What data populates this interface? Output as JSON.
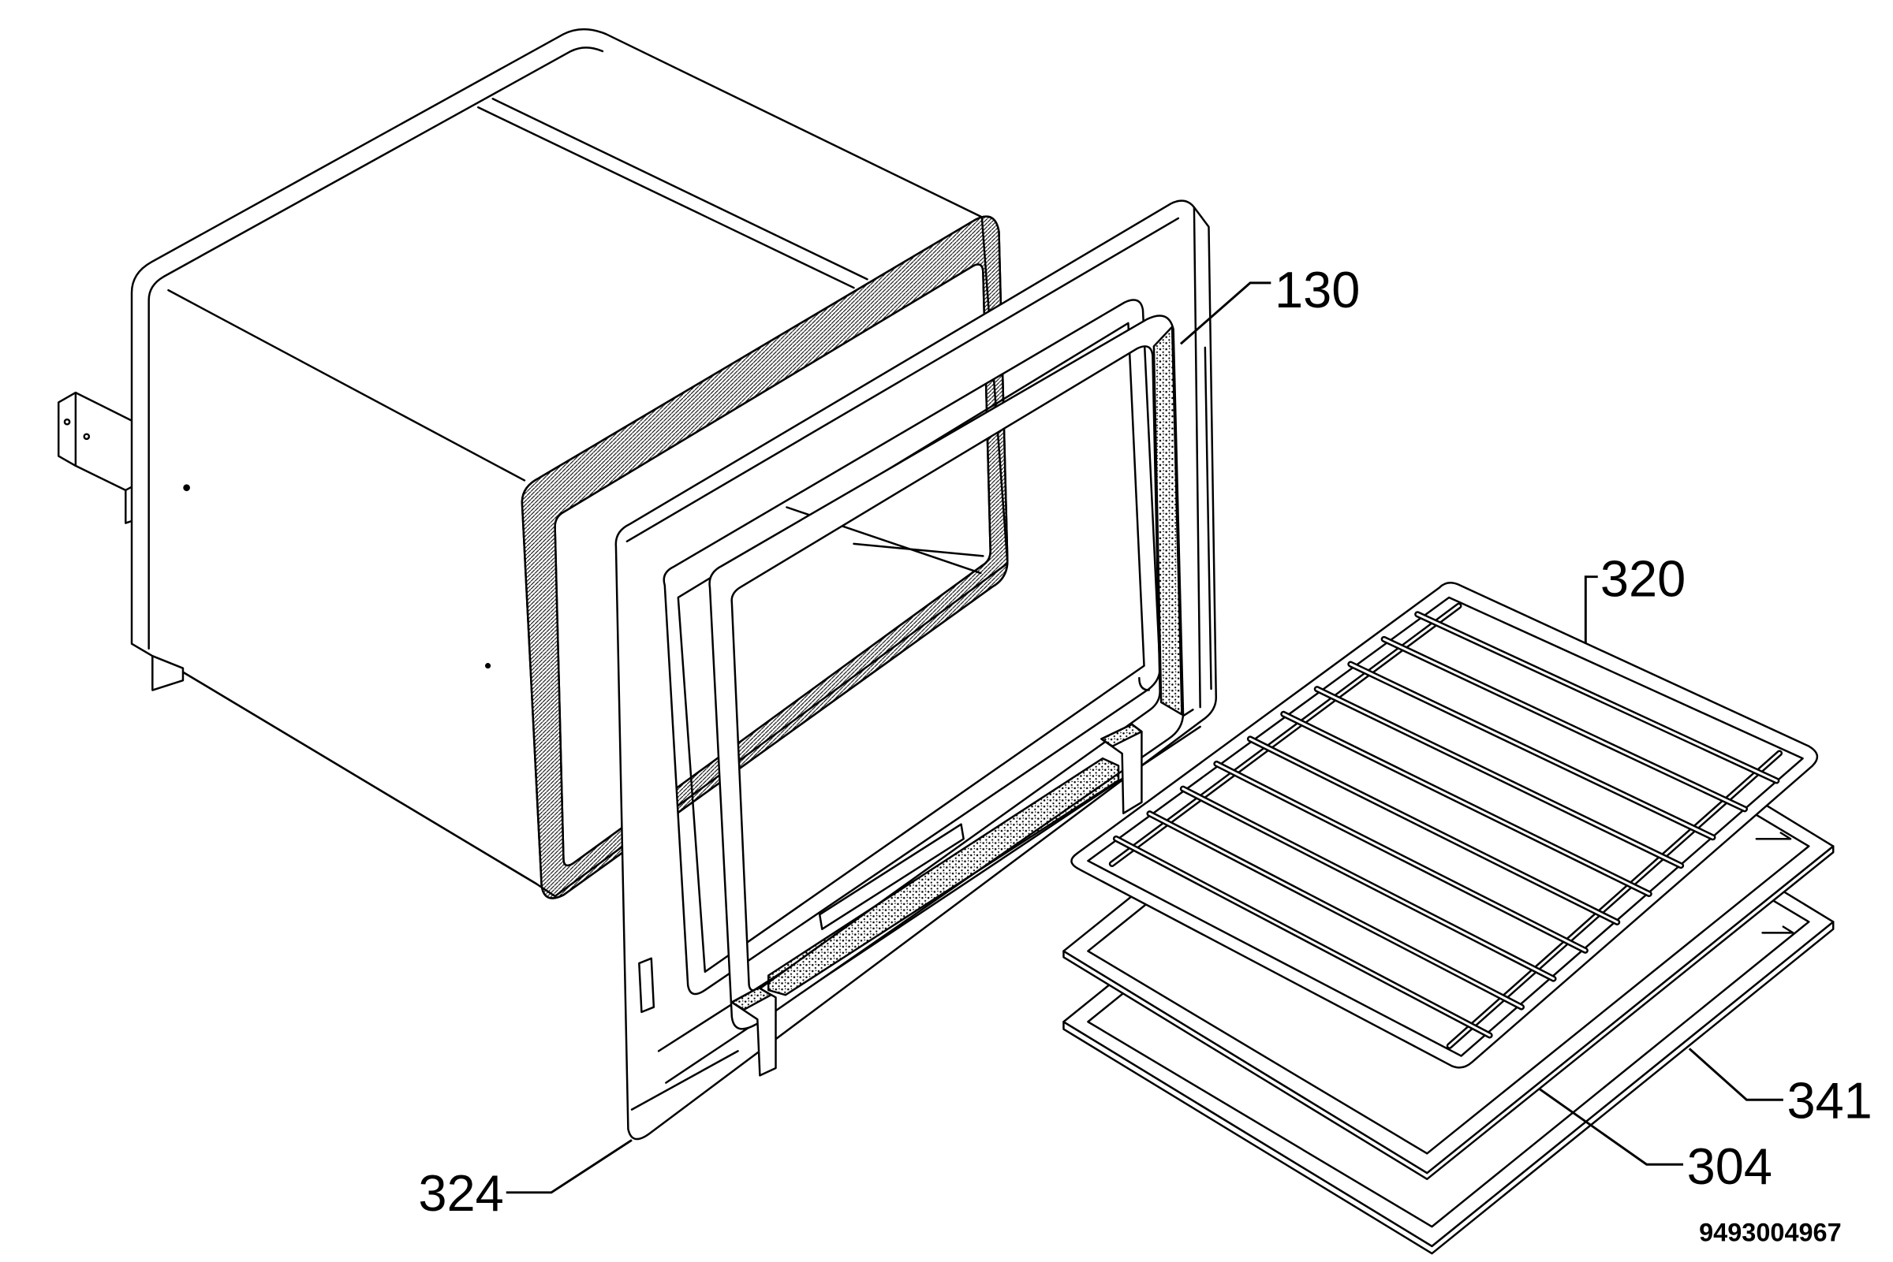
{
  "callouts": [
    "130",
    "320",
    "341",
    "304",
    "324"
  ],
  "drawing_number": "9493004967"
}
